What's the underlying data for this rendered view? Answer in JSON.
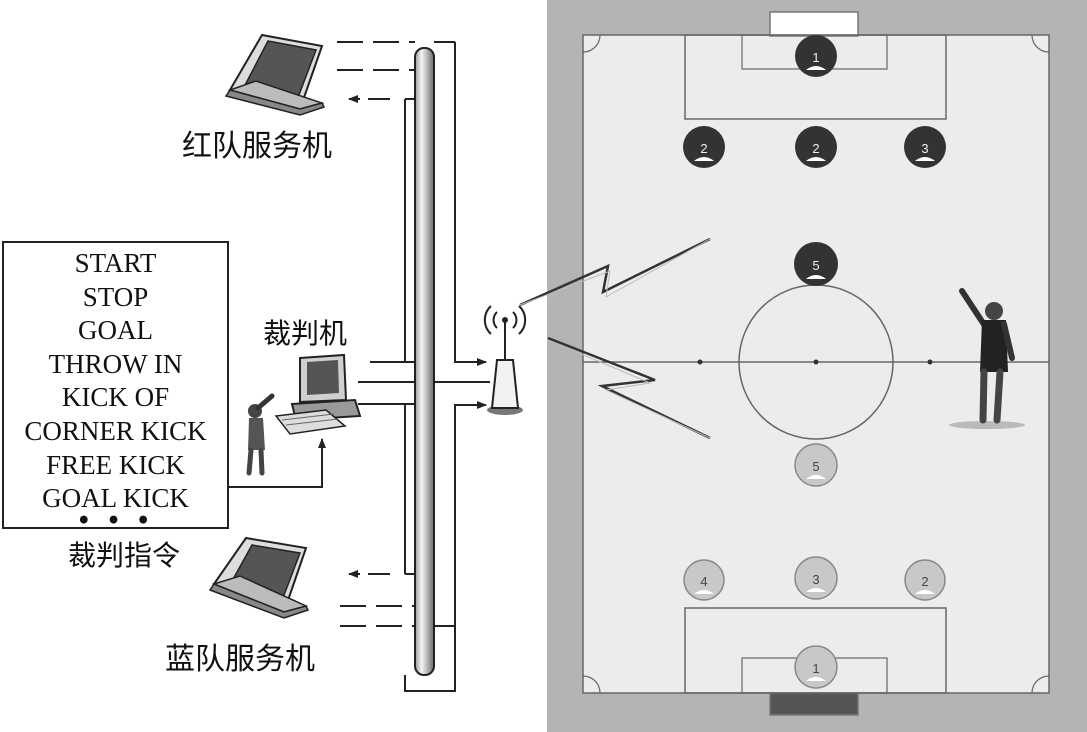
{
  "labels": {
    "red_server": "红队服务机",
    "blue_server": "蓝队服务机",
    "referee_pc": "裁判机",
    "referee_commands_caption": "裁判指令"
  },
  "commands": [
    "START",
    "STOP",
    "GOAL",
    "THROW IN",
    "KICK OF",
    "CORNER KICK",
    "FREE KICK",
    "GOAL KICK"
  ],
  "commands_more": "• • •",
  "dark_team_numbers": [
    "1",
    "2",
    "2",
    "3",
    "5"
  ],
  "light_team_numbers": [
    "5",
    "4",
    "3",
    "2",
    "1"
  ],
  "colors": {
    "line": "#222222",
    "field": "#ececec",
    "border": "#b4b4b4",
    "dark_player": "#333333",
    "light_player": "#c8c8c8"
  }
}
